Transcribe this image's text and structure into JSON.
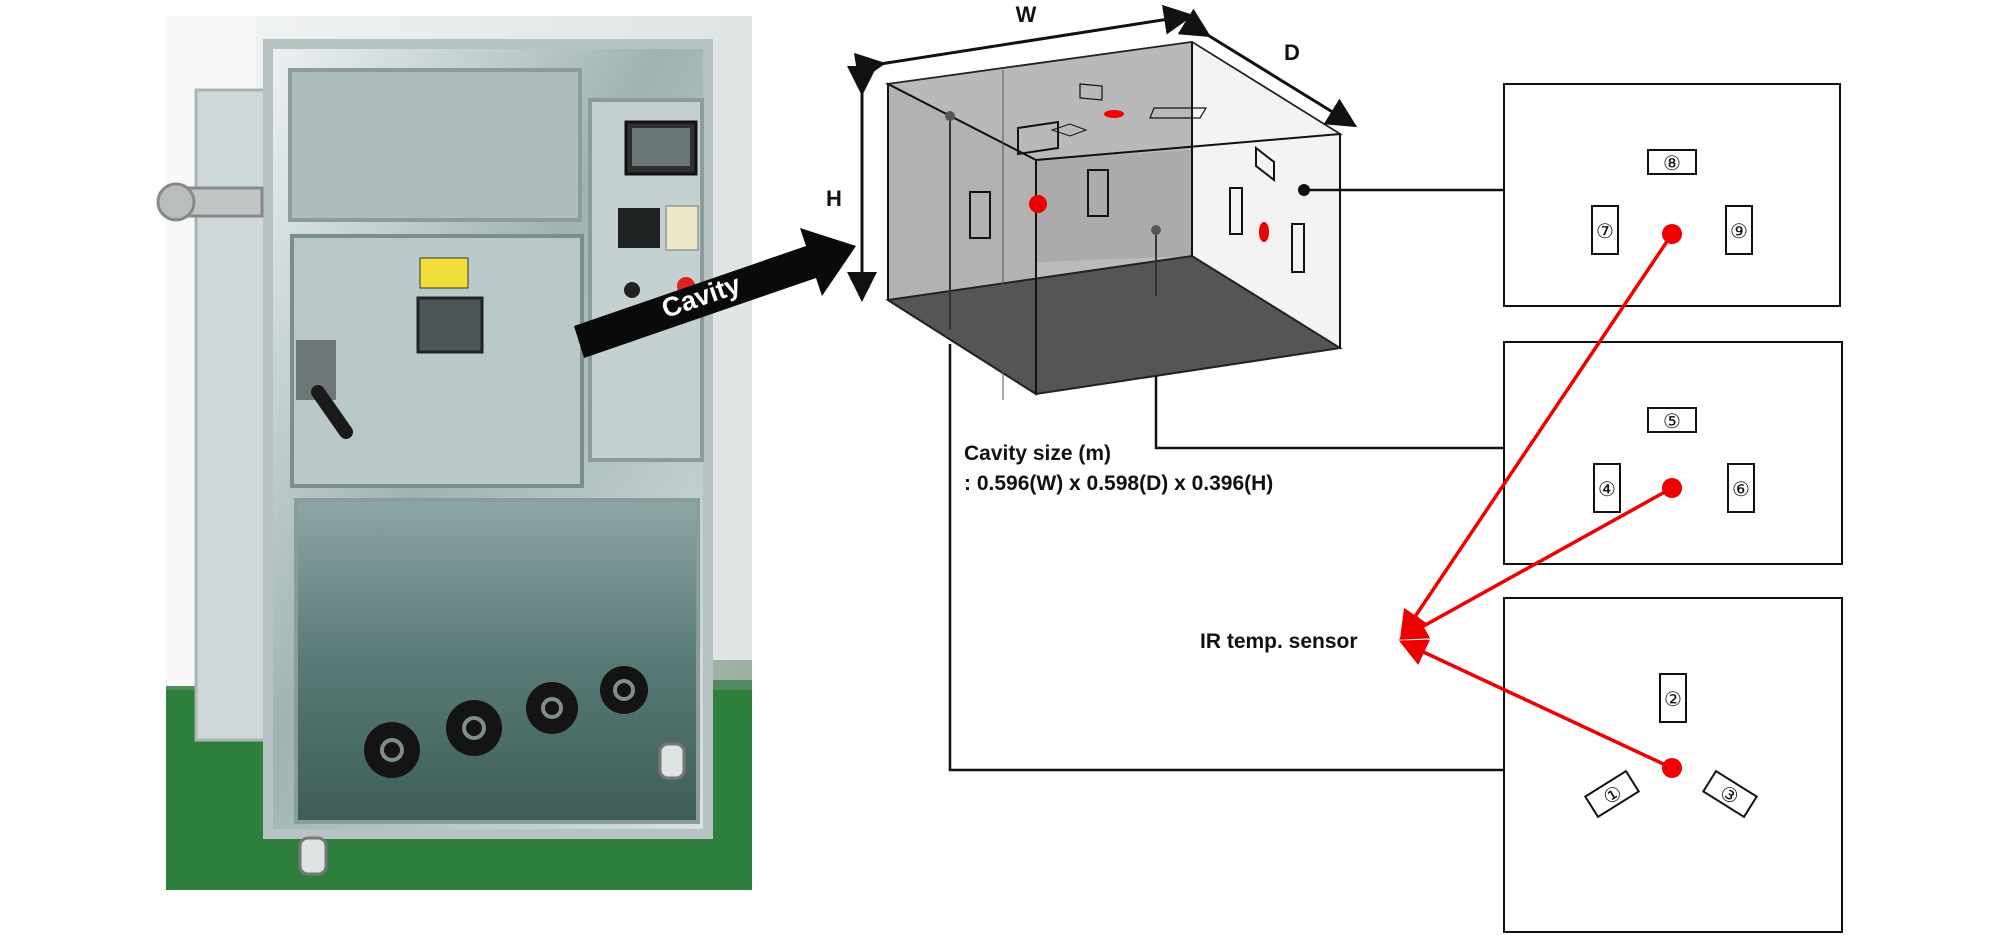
{
  "photo": {
    "arrow_label": "Cavity"
  },
  "cavity": {
    "dim_w": "W",
    "dim_d": "D",
    "dim_h": "H",
    "size_title": "Cavity size (m)",
    "size_value": ": 0.596(W) x 0.598(D) x 0.396(H)"
  },
  "sensor": {
    "label": "IR temp. sensor"
  },
  "panels": {
    "top": {
      "labels": [
        "⑧",
        "⑦",
        "⑨"
      ]
    },
    "middle": {
      "labels": [
        "⑤",
        "④",
        "⑥"
      ]
    },
    "bottom": {
      "labels": [
        "②",
        "①",
        "③"
      ]
    }
  },
  "colors": {
    "sensor_red": "#ee0000",
    "cavity_dark": "#555555",
    "cavity_gray": "#a8a8a8",
    "floor_green": "#2f7f3c"
  }
}
